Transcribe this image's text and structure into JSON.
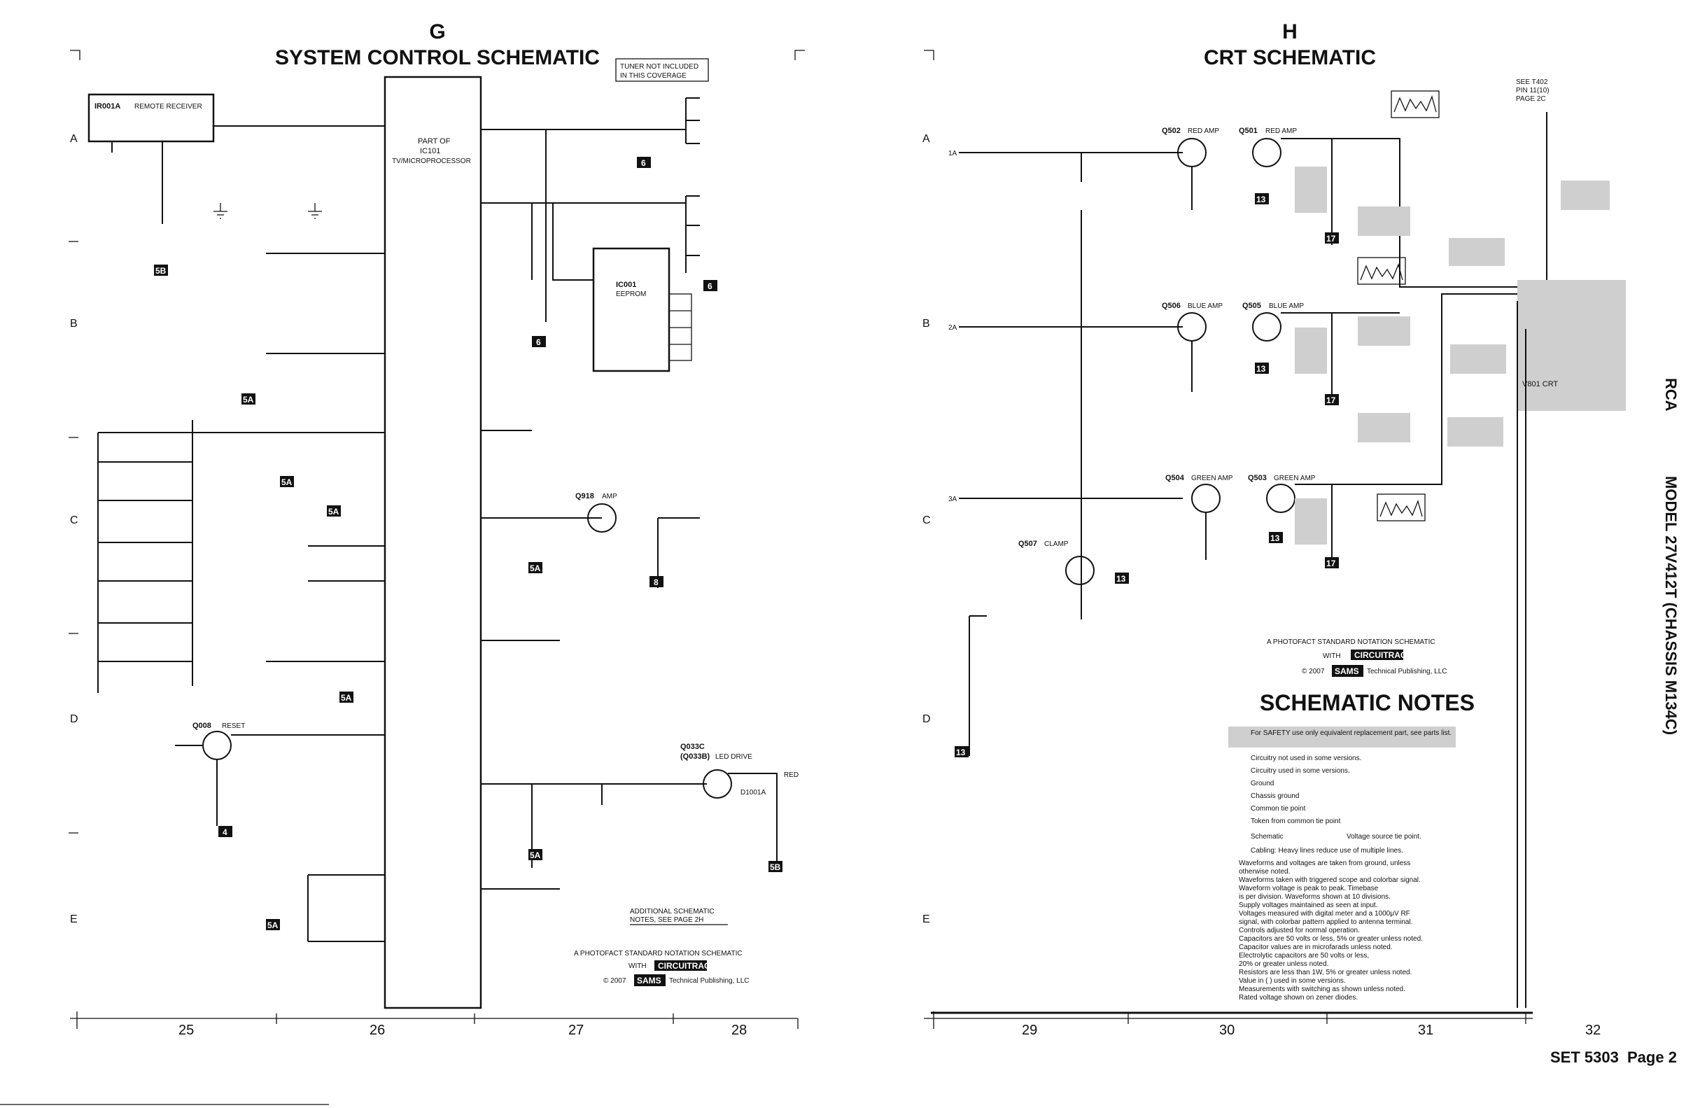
{
  "sheet_g": {
    "letter": "G",
    "title": "SYSTEM CONTROL SCHEMATIC",
    "tuner_note_1": "TUNER NOT INCLUDED",
    "tuner_note_2": "IN THIS COVERAGE",
    "ic101_part": "PART OF",
    "ic101_name": "IC101",
    "ic101_desc": "TV/MICROPROCESSOR",
    "ir_receiver": "IR001A",
    "ir_receiver_desc": "REMOTE RECEIVER",
    "ic001_name": "IC001",
    "ic001_desc": "EEPROM",
    "q918": "Q918",
    "q918_desc": "AMP",
    "q008": "Q008",
    "q008_desc": "RESET",
    "q033c": "Q033C",
    "q033b": "(Q033B)",
    "q033_desc": "LED DRIVE",
    "led": "D1001A",
    "led_color": "RED",
    "additional_1": "ADDITIONAL SCHEMATIC",
    "additional_2": "NOTES, SEE PAGE 2H",
    "photofact_1": "A PHOTOFACT STANDARD NOTATION SCHEMATIC",
    "photofact_2": "WITH",
    "circuittrace": "CIRCUITRACE",
    "copyright": "© 2007",
    "sams": "SAMS",
    "publisher": "Technical Publishing, LLC"
  },
  "sheet_h": {
    "letter": "H",
    "title": "CRT SCHEMATIC",
    "q502": "Q502",
    "q502_desc": "RED AMP",
    "q501": "Q501",
    "q501_desc": "RED AMP",
    "q506": "Q506",
    "q506_desc": "BLUE AMP",
    "q505": "Q505",
    "q505_desc": "BLUE AMP",
    "q504": "Q504",
    "q504_desc": "GREEN AMP",
    "q503": "Q503",
    "q503_desc": "GREEN AMP",
    "q507": "Q507",
    "q507_desc": "CLAMP",
    "crt": "V801 CRT",
    "see_t402_1": "SEE T402",
    "see_t402_2": "PIN 11(10)",
    "see_t402_3": "PAGE 2C",
    "photofact_1": "A PHOTOFACT STANDARD NOTATION SCHEMATIC",
    "photofact_2": "WITH",
    "circuittrace": "CIRCUITRACE",
    "copyright": "© 2007",
    "sams": "SAMS",
    "publisher": "Technical Publishing, LLC",
    "notes_title": "SCHEMATIC NOTES",
    "notes": [
      "For SAFETY use only equivalent replacement part, see parts list.",
      "Circuitry not used in some versions.",
      "Circuitry used in some versions.",
      "Ground",
      "Chassis ground",
      "Common tie point",
      "Token from common tie point",
      "Schematic",
      "Cabling: Heavy lines reduce use of multiple lines."
    ],
    "schematic_note_tail": "Voltage source tie point.",
    "notes_body": [
      "Waveforms and voltages are taken from ground, unless",
      "   otherwise noted.",
      "Waveforms taken with triggered scope and colorbar signal.",
      "   Waveform voltage is peak to peak. Timebase",
      "   is per division. Waveforms shown at 10 divisions.",
      "Supply voltages maintained as seen at input.",
      "Voltages measured with digital meter and a 1000μV RF",
      "   signal, with colorbar pattern applied to antenna terminal.",
      "Controls adjusted for normal operation.",
      "Capacitors are 50 volts or less, 5% or greater unless noted.",
      "Capacitor values are in microfarads unless noted.",
      "Electrolytic capacitors are 50 volts or less,",
      "   20% or greater unless noted.",
      "Resistors are less than 1W, 5% or greater unless noted.",
      "Value in ( ) used in some versions.",
      "Measurements with switching as shown unless noted.",
      "Rated voltage shown on zener diodes."
    ]
  },
  "grid_numbers": [
    "25",
    "26",
    "27",
    "28",
    "29",
    "30",
    "31",
    "32"
  ],
  "row_letters": [
    "A",
    "B",
    "C",
    "D",
    "E"
  ],
  "side_label_brand": "RCA",
  "side_label_model": "MODEL 27V412T (CHASSIS M134C)",
  "footer_set": "SET 5303",
  "footer_page": "Page 2"
}
